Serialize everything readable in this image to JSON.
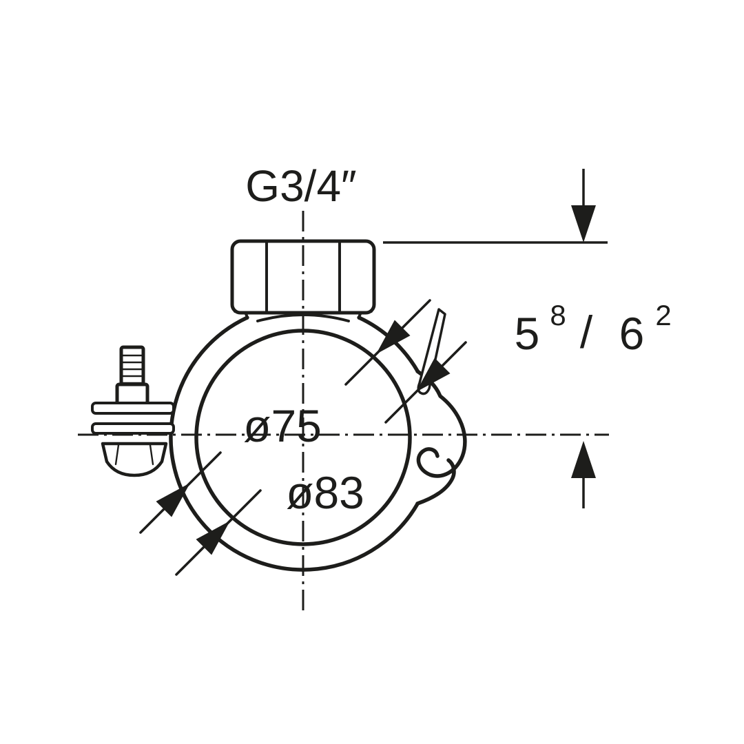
{
  "figure": {
    "kind": "technical-drawing",
    "subject": "pipe clamp with threaded connection, side bolt and snap closure"
  },
  "labels": {
    "thread_size": "G3/4″",
    "inner_diameter": "ø75",
    "outer_diameter": "ø83",
    "height": {
      "primary": "5",
      "primary_sup": "8",
      "separator": "/",
      "secondary": "6",
      "secondary_sup": "2"
    }
  },
  "colors": {
    "ink": "#1d1d1b",
    "background": "#ffffff"
  }
}
